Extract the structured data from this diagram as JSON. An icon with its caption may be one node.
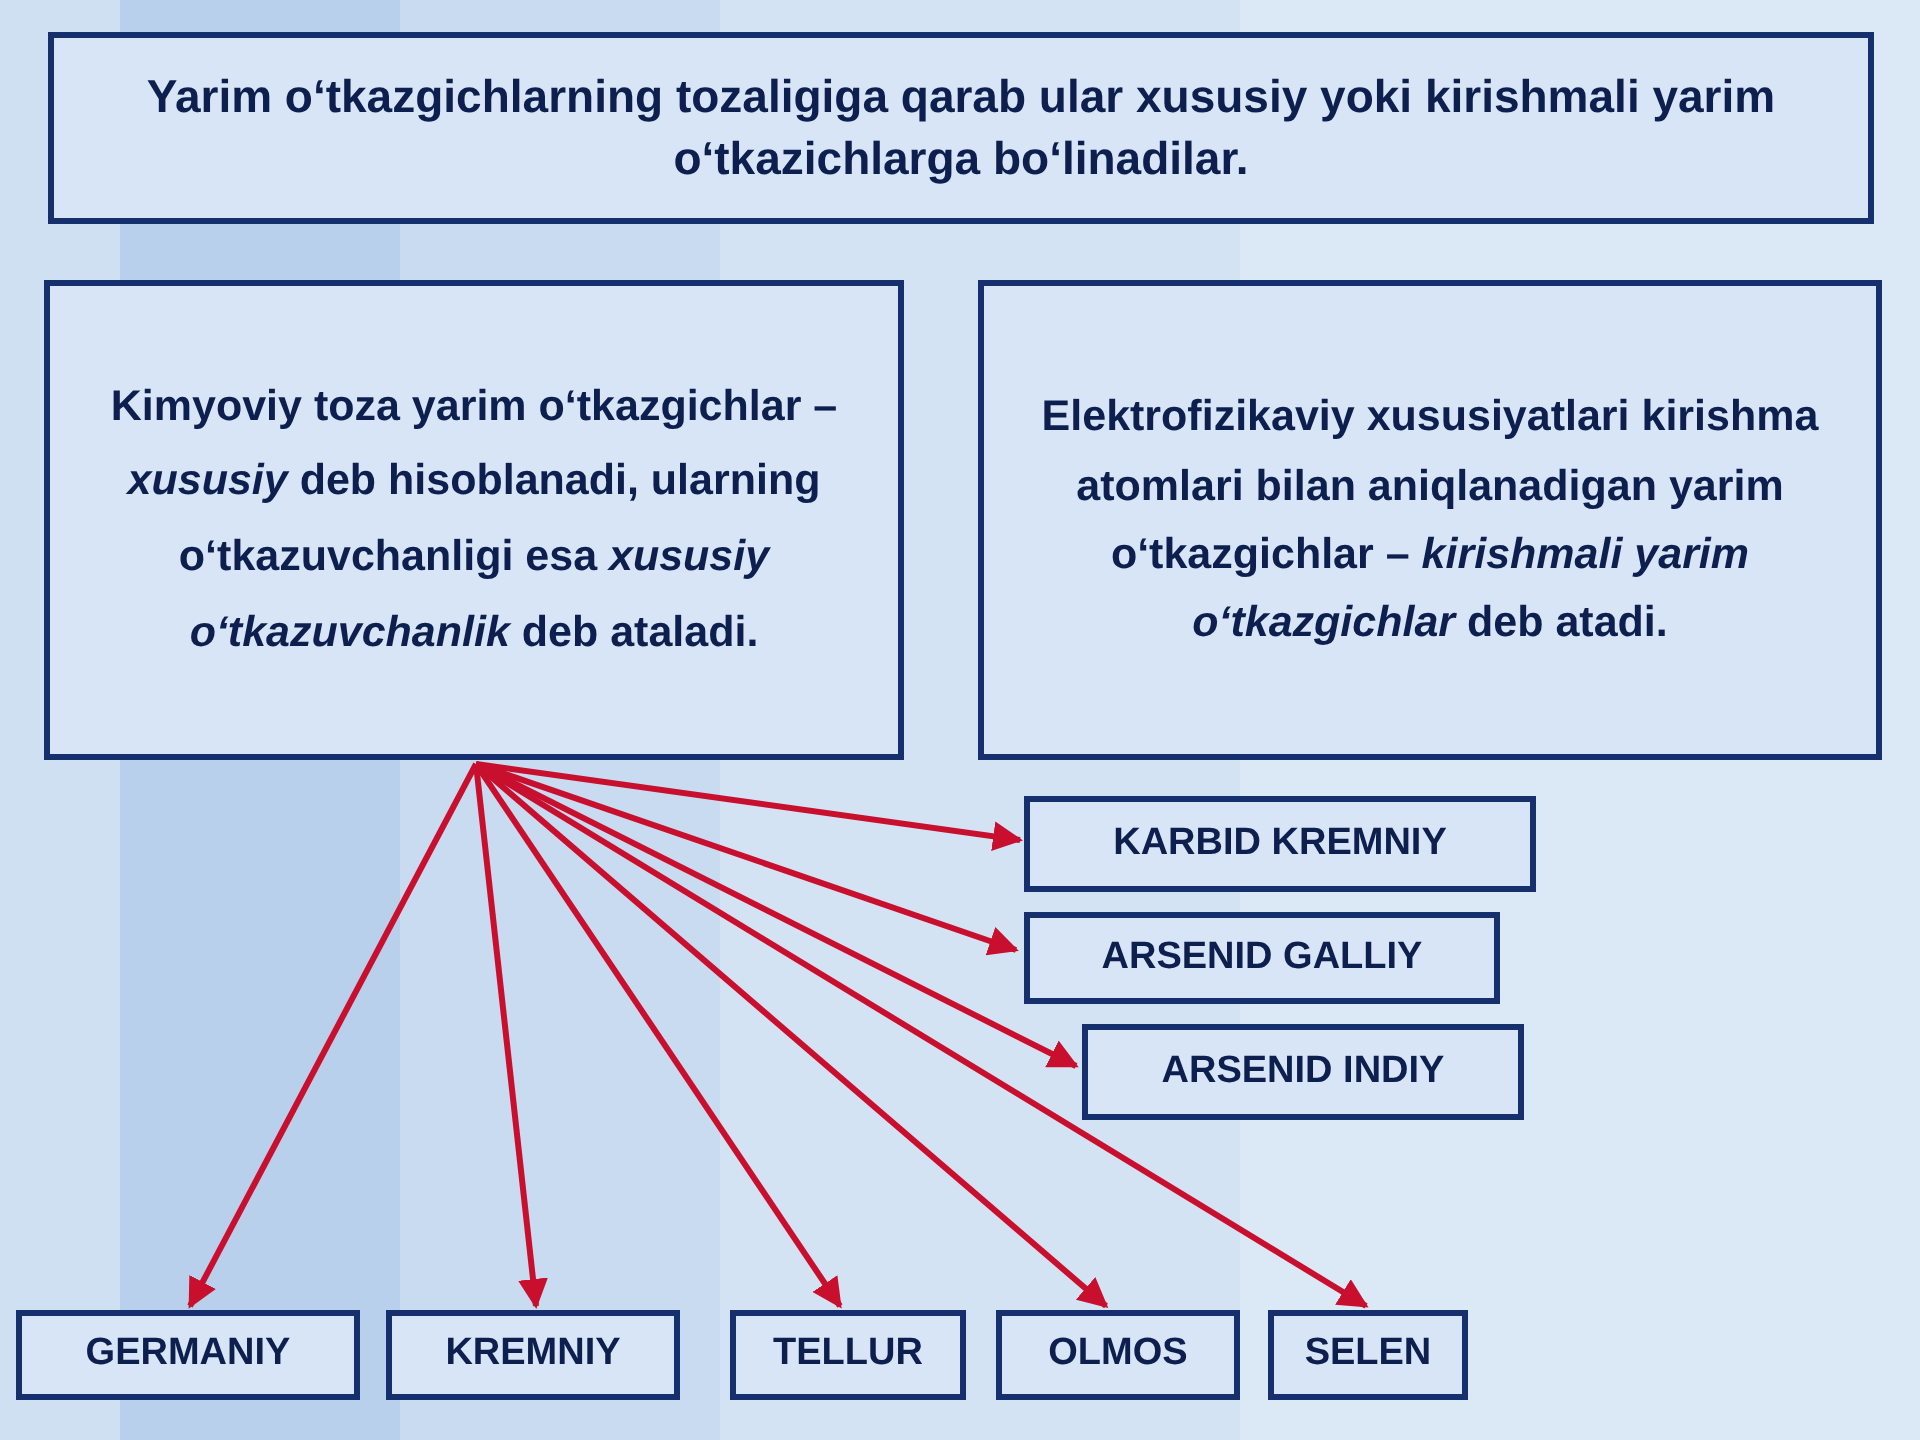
{
  "diagram": {
    "nodes": [
      {
        "text": [
          "Yarim o‘tkazgichlarning tozaligiga qarab ular xususiy yoki kirishmali yarim o‘tkazichlarga bo‘linadilar."
        ]
      },
      {
        "text": [
          "Kimyoviy toza yarim o‘tkazgichlar – *xususiy* deb hisoblanadi, ularning o‘tkazuvchanligi esa *xususiy o‘tkazuvchanlik* deb ataladi."
        ]
      },
      {
        "text": [
          "Elektrofizikaviy xususiyatlari kirishma atomlari bilan aniqlanadigan yarim o‘tkazgichlar – *kirishmali yarim o‘tkazgichlar* deb atadi."
        ]
      },
      {
        "text": [
          "KARBID KREMNIY"
        ]
      },
      {
        "text": [
          "ARSENID GALLIY"
        ]
      },
      {
        "text": [
          "ARSENID INDIY"
        ]
      },
      {
        "text": [
          "GERMANIY"
        ]
      },
      {
        "text": [
          "KREMNIY"
        ]
      },
      {
        "text": [
          "TELLUR"
        ]
      },
      {
        "text": [
          "OLMOS"
        ]
      },
      {
        "text": [
          "SELEN"
        ]
      }
    ],
    "edges": [
      {
        "from": 1,
        "to": 3,
        "arrow": "to"
      },
      {
        "from": 1,
        "to": 4,
        "arrow": "to"
      },
      {
        "from": 1,
        "to": 5,
        "arrow": "to"
      },
      {
        "from": 1,
        "to": 6,
        "arrow": "to"
      },
      {
        "from": 1,
        "to": 7,
        "arrow": "to"
      },
      {
        "from": 1,
        "to": 8,
        "arrow": "to"
      },
      {
        "from": 1,
        "to": 9,
        "arrow": "to"
      },
      {
        "from": 1,
        "to": 10,
        "arrow": "to"
      }
    ]
  }
}
